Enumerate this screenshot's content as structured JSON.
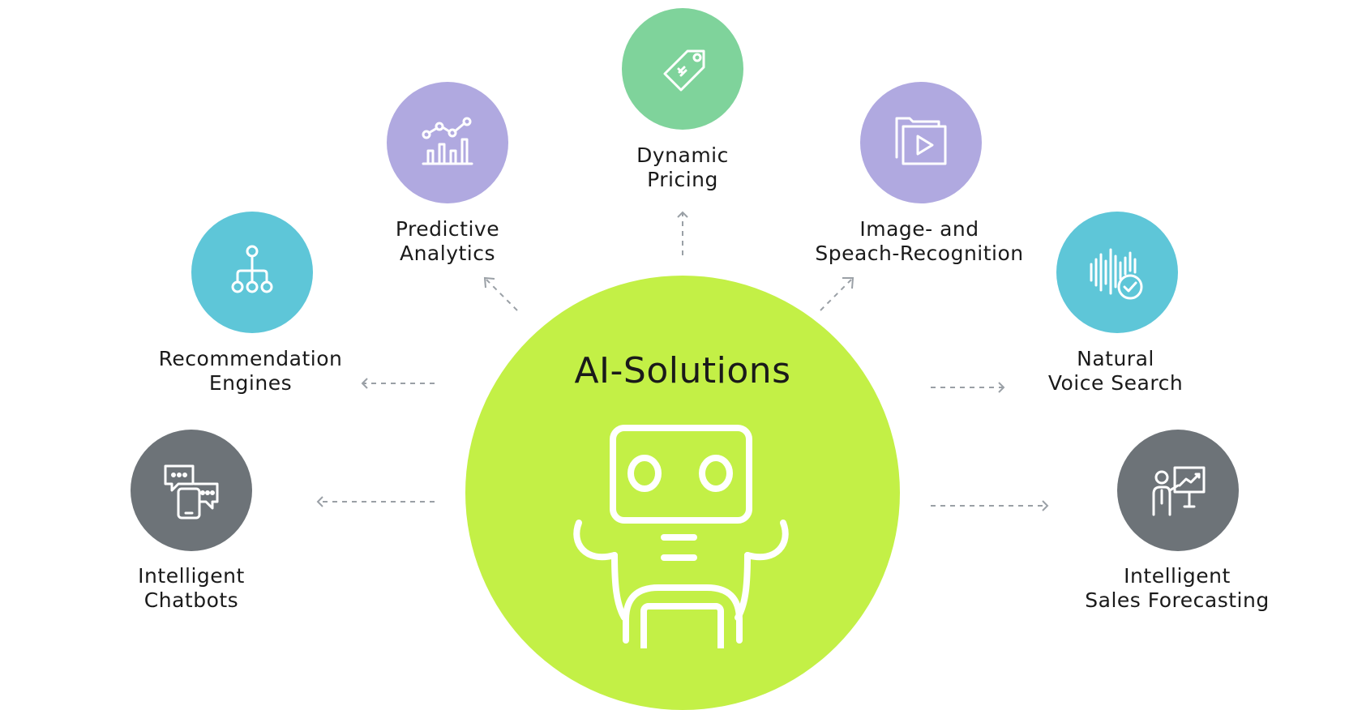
{
  "hub": {
    "title": "AI-Solutions",
    "color": "#c3f046",
    "icon": "robot-icon"
  },
  "nodes": [
    {
      "key": "dynamic-pricing",
      "lines": [
        "Dynamic",
        "Pricing"
      ],
      "color": "#7fd39b",
      "icon": "price-tag-icon"
    },
    {
      "key": "predictive-analytics",
      "lines": [
        "Predictive",
        "Analytics"
      ],
      "color": "#b0a9e0",
      "icon": "analytics-chart-icon"
    },
    {
      "key": "image-speech-recognition",
      "lines": [
        "Image- and",
        "Speach-Recognition"
      ],
      "color": "#b0a9e0",
      "icon": "media-folder-icon"
    },
    {
      "key": "recommendation-engines",
      "lines": [
        "Recommendation",
        "Engines"
      ],
      "color": "#5ec6d8",
      "icon": "hierarchy-tree-icon"
    },
    {
      "key": "natural-voice-search",
      "lines": [
        "Natural",
        "Voice Search"
      ],
      "color": "#5ec6d8",
      "icon": "voice-wave-check-icon"
    },
    {
      "key": "intelligent-chatbots",
      "lines": [
        "Intelligent",
        "Chatbots"
      ],
      "color": "#6d7378",
      "icon": "chat-phone-icon"
    },
    {
      "key": "intelligent-sales-forecasting",
      "lines": [
        "Intelligent",
        "Sales Forecasting"
      ],
      "color": "#6d7378",
      "icon": "presenter-chart-icon"
    }
  ],
  "connector_color": "#9aa0a6"
}
